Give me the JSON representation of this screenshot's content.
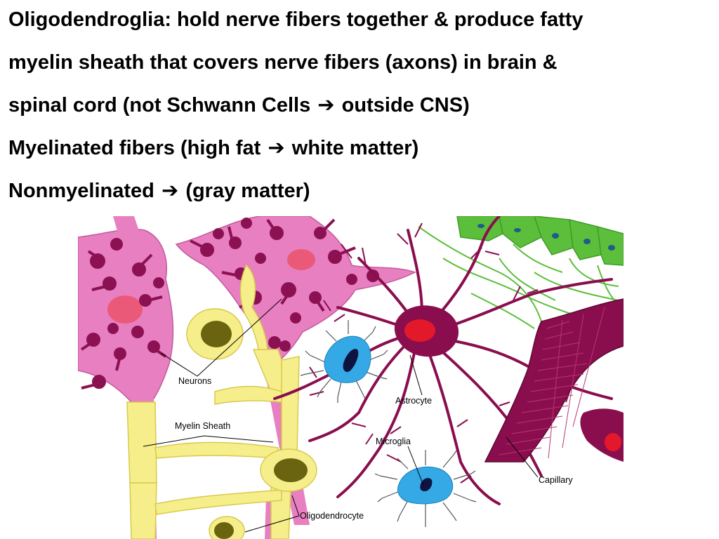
{
  "text_lines": [
    {
      "segments": [
        {
          "text": "Oligodendroglia: hold nerve fibers together & produce fatty"
        }
      ]
    },
    {
      "segments": [
        {
          "text": "myelin sheath that covers nerve fibers (axons) in brain &"
        }
      ]
    },
    {
      "segments": [
        {
          "text": "spinal cord (not Schwann Cells"
        },
        {
          "arrow": "➔"
        },
        {
          "text": "outside CNS)"
        }
      ]
    },
    {
      "segments": [
        {
          "text": "Myelinated fibers (high fat"
        },
        {
          "arrow": "➔"
        },
        {
          "text": "white matter)"
        }
      ]
    },
    {
      "segments": [
        {
          "text": "Nonmyelinated"
        },
        {
          "arrow": "➔"
        },
        {
          "text": "(gray matter)"
        }
      ]
    }
  ],
  "diagram": {
    "labels": {
      "neurons": "Neurons",
      "myelin_sheath": "Myelin Sheath",
      "astrocyte": "Astrocyte",
      "microglia": "Microglia",
      "capillary": "Capillary",
      "oligodendrocyte": "Oligodendrocyte"
    },
    "colors": {
      "neuron": "#e77fc0",
      "neuron_bulb": "#8b1152",
      "neuron_nucleus": "#ea5a78",
      "myelin": "#f5ee8a",
      "oligo_nucleus": "#6a6410",
      "astrocyte": "#8a0e4e",
      "astrocyte_nucleus": "#e4182b",
      "microglia": "#35a8e6",
      "microglia_nucleus": "#0d1440",
      "epithelium": "#5cbf3b",
      "capillary": "#8a0e4e"
    }
  }
}
